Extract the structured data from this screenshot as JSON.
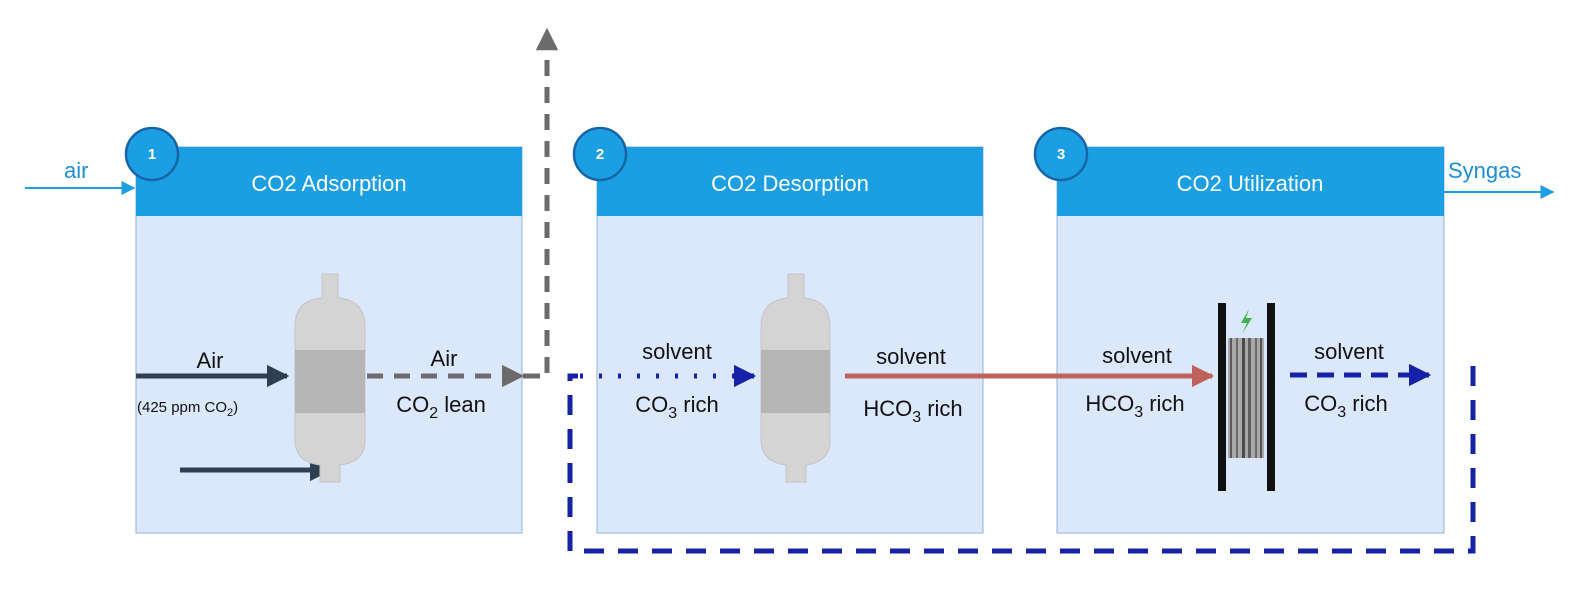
{
  "inputs": {
    "air": "air"
  },
  "outputs": {
    "syngas": "Syngas"
  },
  "steps": [
    {
      "number": "1",
      "title": "CO2 Adsorption"
    },
    {
      "number": "2",
      "title": "CO2 Desorption"
    },
    {
      "number": "3",
      "title": "CO2 Utilization"
    }
  ],
  "stream_labels": {
    "air_in": "Air",
    "air_in_sub_prefix": "(425 ppm CO",
    "air_in_sub_sub": "2",
    "air_in_sub_suffix": ")",
    "air_out": "Air",
    "air_out_sub_prefix": "CO",
    "air_out_sub_sub": "2",
    "air_out_sub_suffix": " lean",
    "solvent_2_in": "solvent",
    "solvent_2_in_sub_prefix": "CO",
    "solvent_2_in_sub_sub": "3",
    "solvent_2_in_sub_suffix": " rich",
    "solvent_2_out": "solvent",
    "solvent_2_out_sub_prefix": "HCO",
    "solvent_2_out_sub_sub": "3",
    "solvent_2_out_sub_suffix": " rich",
    "solvent_3_in": "solvent",
    "solvent_3_in_sub_prefix": "HCO",
    "solvent_3_in_sub_sub": "3",
    "solvent_3_in_sub_suffix": " rich",
    "solvent_3_out": "solvent",
    "solvent_3_out_sub_prefix": "CO",
    "solvent_3_out_sub_sub": "3",
    "solvent_3_out_sub_suffix": " rich"
  },
  "colors": {
    "panel_header": "#1c9fe2",
    "panel_body": "#dbe8fb",
    "air_arrow": "#2f3f52",
    "lean_air_arrow": "#6b6b6b",
    "lean_solvent_arrow": "#1522a8",
    "rich_solvent_arrow": "#c0625c",
    "io_arrow": "#1c9fe2",
    "electrolyzer_bolt": "#3fb44a"
  },
  "icons": [
    "separation-column-icon",
    "electrolyzer-icon",
    "lightning-bolt-icon"
  ]
}
